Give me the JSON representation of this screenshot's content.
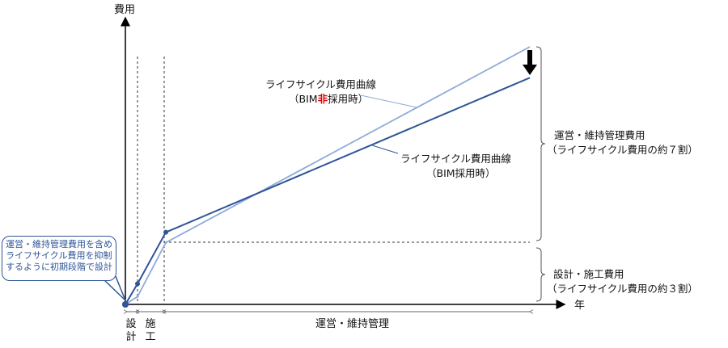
{
  "axes": {
    "y_label": "費用",
    "x_label": "年"
  },
  "phases": {
    "design": [
      "設",
      "計"
    ],
    "construction": [
      "施",
      "工"
    ],
    "operation": "運営・維持管理"
  },
  "curves": {
    "without_bim": {
      "title": "ライフサイクル費用曲線",
      "sub_open": "（BIM",
      "sub_red": "非",
      "sub_close": "採用時）",
      "color": "#8eaadb"
    },
    "with_bim": {
      "title": "ライフサイクル費用曲線",
      "sub": "（BIM採用時）",
      "color": "#2f5597"
    }
  },
  "braces": {
    "operation": {
      "title": "運営・維持管理費用",
      "sub": "（ライフサイクル費用の約７割）"
    },
    "design_construction": {
      "title": "設計・施工費用",
      "sub": "（ライフサイクル費用の約３割）"
    }
  },
  "callout": "運営・維持管理費用を含めライフサイクル費用を抑制するように初期段階で設計",
  "chart_data": {
    "type": "line",
    "xlabel": "年",
    "ylabel": "費用",
    "x_phase_boundaries": [
      3,
      10,
      100
    ],
    "series": [
      {
        "name": "BIM非採用時",
        "x": [
          0,
          3,
          10,
          100
        ],
        "y": [
          0,
          3,
          24,
          100
        ]
      },
      {
        "name": "BIM採用時",
        "x": [
          0,
          3,
          10,
          100
        ],
        "y": [
          0,
          8,
          28,
          88
        ]
      }
    ],
    "xlim": [
      0,
      100
    ],
    "ylim": [
      0,
      100
    ]
  }
}
